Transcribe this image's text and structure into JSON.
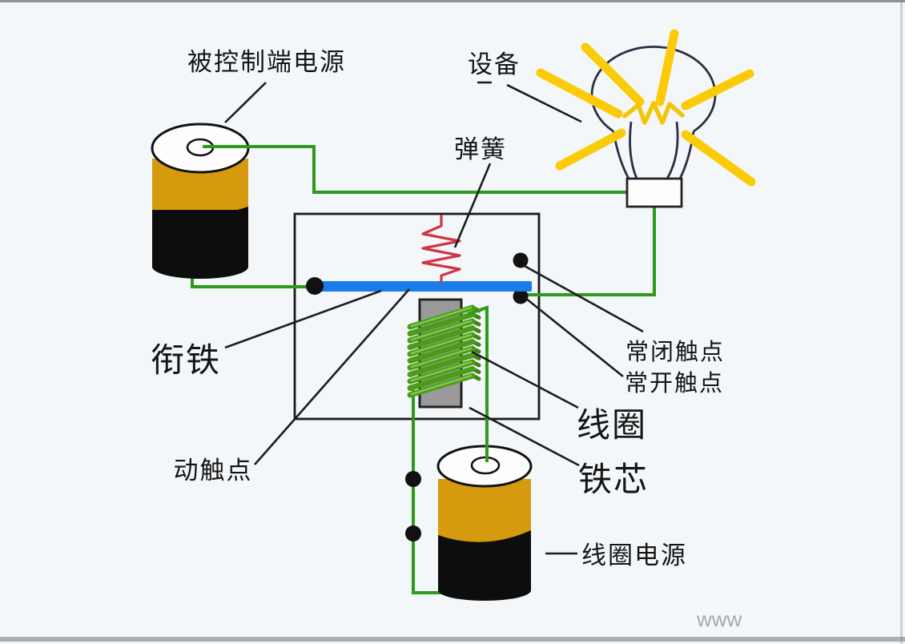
{
  "page": {
    "background": "#f4f7fa"
  },
  "diagram": {
    "type": "relay-schematic",
    "labels": {
      "controlled_power": "被控制端电源",
      "device": "设备",
      "spring": "弹簧",
      "armature": "衔铁",
      "moving_contact": "动触点",
      "nc_contact": "常闭触点",
      "no_contact": "常开触点",
      "coil": "线圈",
      "iron_core": "铁芯",
      "coil_power": "线圈电源"
    },
    "watermark": "www",
    "colors": {
      "wire_green": "#2e9a1b",
      "coil_green": "#4c9c1c",
      "armature_blue": "#1a7ce8",
      "spring_red": "#cf3545",
      "battery_gold": "#d59a0e",
      "ray_yellow": "#fbcb09",
      "core_gray": "#9a9a9a",
      "contact_black": "#111111"
    }
  }
}
